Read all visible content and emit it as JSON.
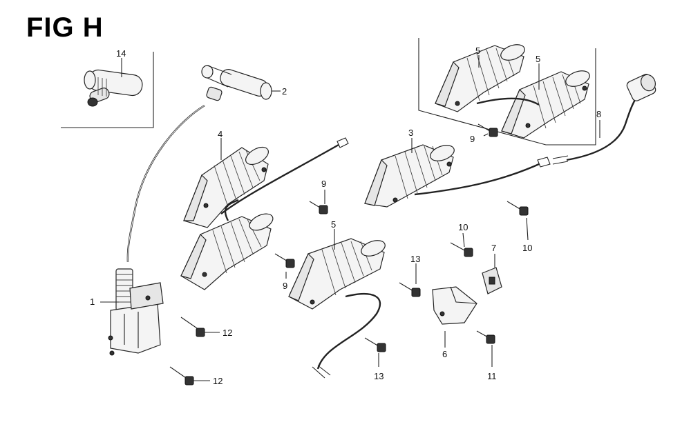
{
  "figure": {
    "title": "FIG H"
  },
  "callouts": {
    "c1": "1",
    "c2": "2",
    "c3": "3",
    "c4": "4",
    "c5a": "5",
    "c5b": "5",
    "c5c": "5",
    "c6": "6",
    "c7": "7",
    "c8": "8",
    "c9a": "9",
    "c9b": "9",
    "c9c": "9",
    "c10a": "10",
    "c10b": "10",
    "c11": "11",
    "c12a": "12",
    "c12b": "12",
    "c13a": "13",
    "c13b": "13",
    "c14": "14"
  }
}
